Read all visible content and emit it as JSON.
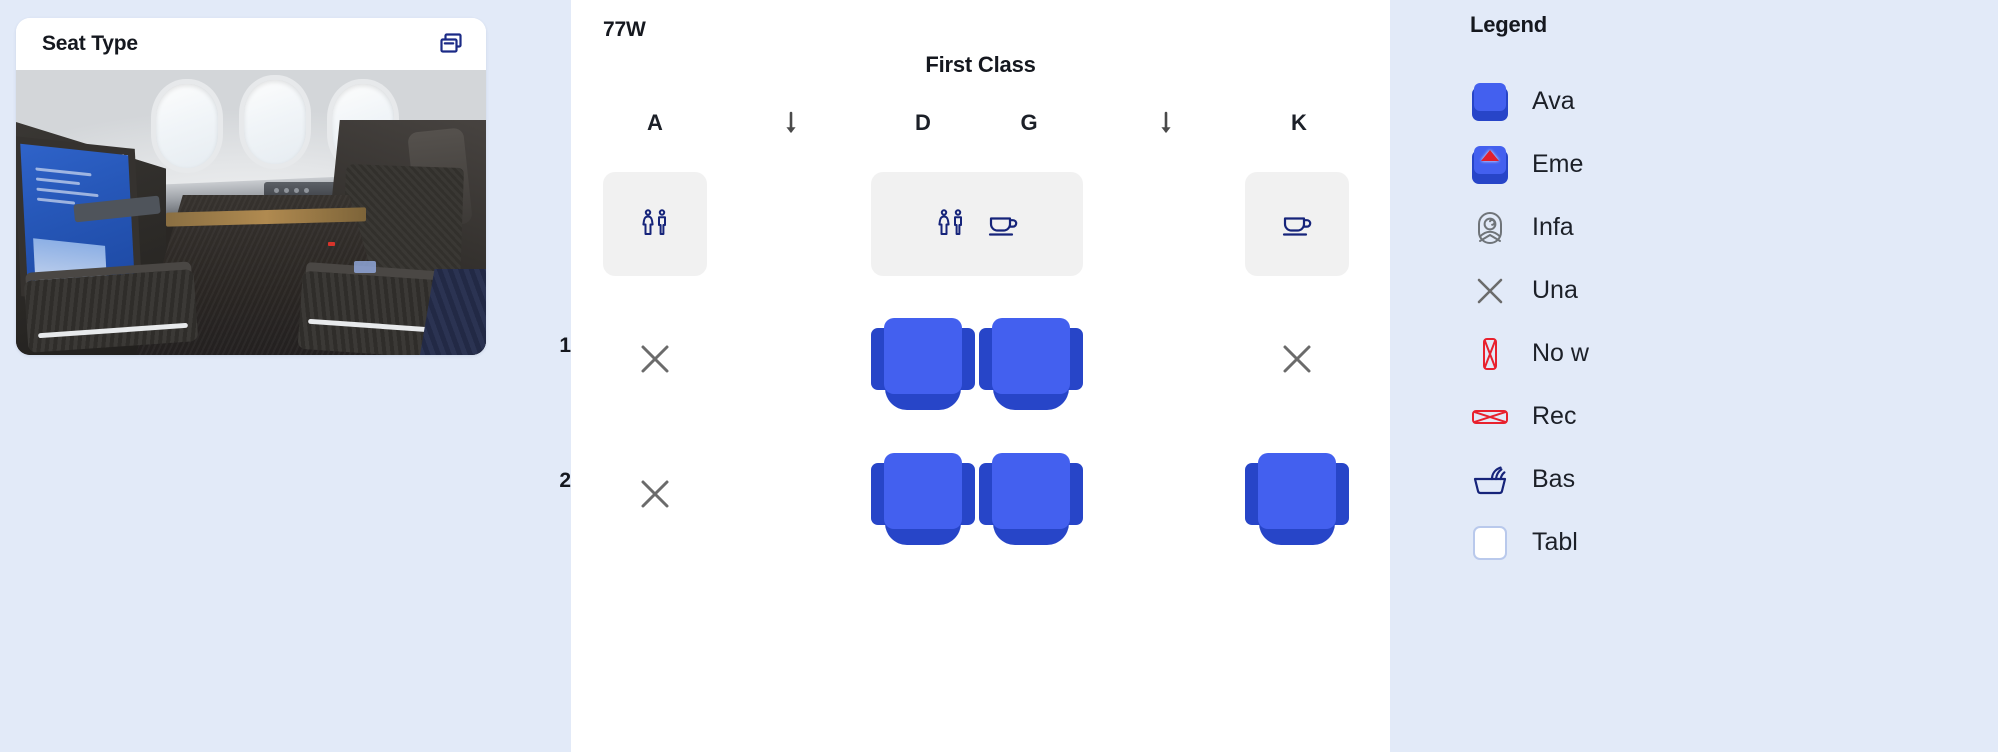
{
  "seat_type_card": {
    "title": "Seat Type",
    "copy_icon": "duplicate-icon"
  },
  "seatmap": {
    "aircraft_code": "77W",
    "cabin_title": "First Class",
    "columns": [
      {
        "label": "A",
        "type": "seat"
      },
      {
        "label": "",
        "type": "aisle",
        "icon": "down-arrow-icon"
      },
      {
        "label": "D",
        "type": "seat"
      },
      {
        "label": "G",
        "type": "seat"
      },
      {
        "label": "",
        "type": "aisle",
        "icon": "down-arrow-icon"
      },
      {
        "label": "K",
        "type": "seat"
      }
    ],
    "facilities": [
      {
        "name": "lavatory-block-a",
        "icons": [
          "lavatory-icon"
        ]
      },
      {
        "name": "galley-block-dg",
        "icons": [
          "lavatory-icon",
          "coffee-icon"
        ]
      },
      {
        "name": "galley-block-k",
        "icons": [
          "coffee-icon"
        ]
      }
    ],
    "rows": [
      {
        "number": "1",
        "seats": [
          {
            "column": "A",
            "state": "unavailable"
          },
          {
            "column": "D",
            "state": "available"
          },
          {
            "column": "G",
            "state": "available"
          },
          {
            "column": "K",
            "state": "unavailable"
          }
        ]
      },
      {
        "number": "2",
        "seats": [
          {
            "column": "A",
            "state": "unavailable"
          },
          {
            "column": "D",
            "state": "available"
          },
          {
            "column": "G",
            "state": "available"
          },
          {
            "column": "K",
            "state": "available"
          }
        ]
      }
    ]
  },
  "legend": {
    "title": "Legend",
    "items": [
      {
        "icon": "seat-available-icon",
        "label": "Ava"
      },
      {
        "icon": "emergency-exit-icon",
        "label": "Eme"
      },
      {
        "icon": "infant-icon",
        "label": "Infa"
      },
      {
        "icon": "unavailable-x-icon",
        "label": "Una"
      },
      {
        "icon": "no-window-icon",
        "label": "No w"
      },
      {
        "icon": "no-recline-icon",
        "label": "Rec"
      },
      {
        "icon": "bassinet-icon",
        "label": "Bas"
      },
      {
        "icon": "table-icon",
        "label": "Tabl"
      }
    ]
  },
  "colors": {
    "page_background": "#e2eaf8",
    "panel_background": "#ffffff",
    "seat_front": "#4360ef",
    "seat_back": "#2745c8",
    "facility_background": "#f1f1f1",
    "icon_navy": "#16247a",
    "text_primary": "#15181f",
    "muted_gray": "#6b6b6b",
    "alert_red": "#e01f2e"
  }
}
